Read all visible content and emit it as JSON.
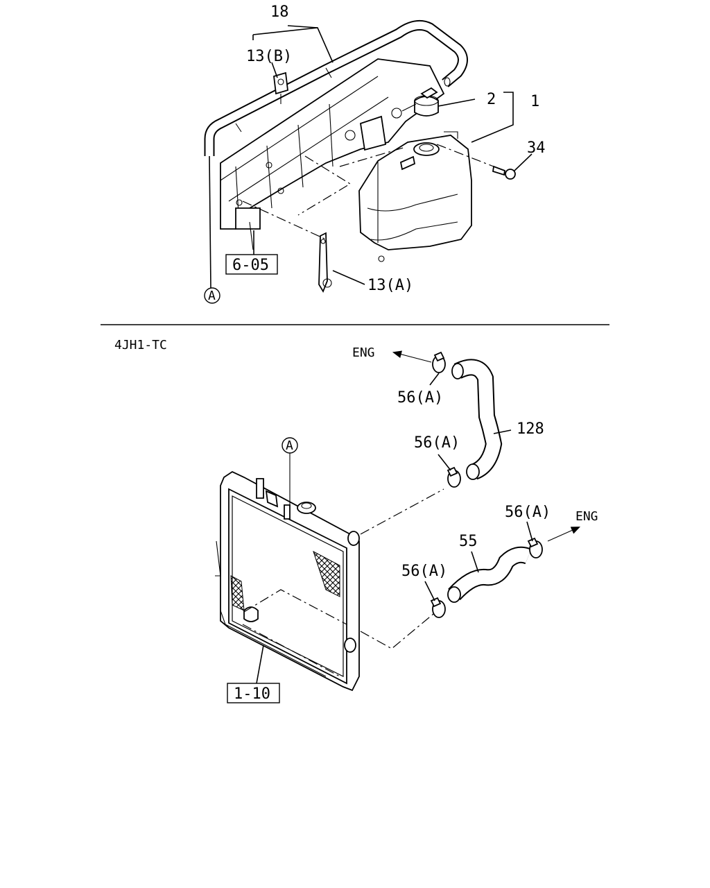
{
  "upper": {
    "callouts": {
      "p18": "18",
      "p13b": "13(B)",
      "p2": "2",
      "p1": "1",
      "p34": "34",
      "p13a": "13(A)",
      "ref_top": "6-05",
      "conn_a_top": "A"
    }
  },
  "section_label": "4JH1-TC",
  "lower": {
    "callouts": {
      "eng_top": "ENG",
      "clamp_1": "56(A)",
      "p128": "128",
      "clamp_2": "56(A)",
      "clamp_3": "56(A)",
      "eng_right": "ENG",
      "p55": "55",
      "clamp_4": "56(A)",
      "conn_a_bottom": "A",
      "ref_bottom": "1-10"
    }
  }
}
